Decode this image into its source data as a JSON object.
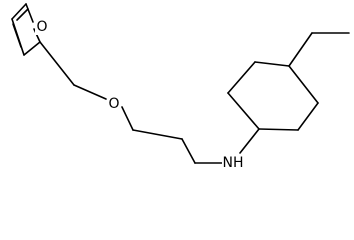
{
  "diagram": {
    "type": "chemical-structure",
    "atom_labels": {
      "furan_oxygen": "O",
      "ether_oxygen": "O",
      "amine": "NH"
    },
    "line_color": "#000000",
    "background": "#ffffff"
  }
}
